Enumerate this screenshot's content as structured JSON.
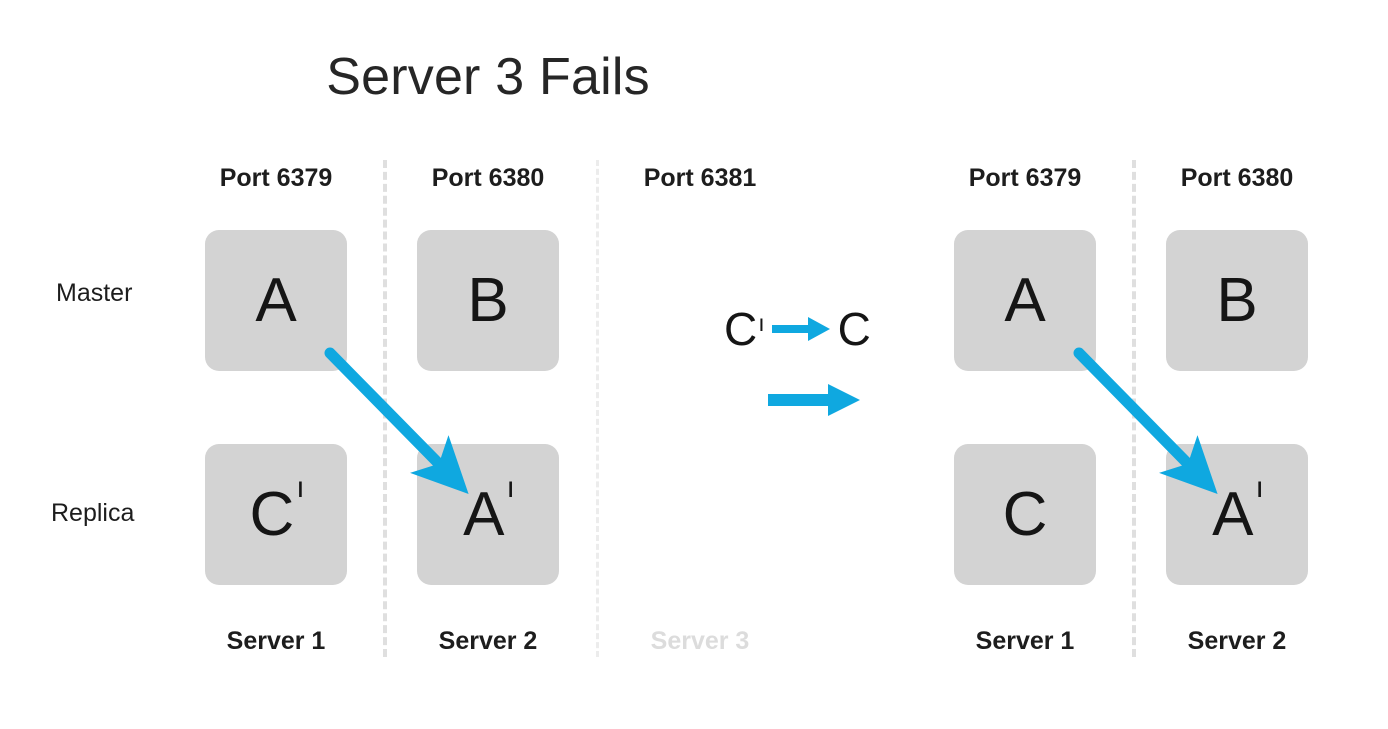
{
  "title": "Server 3 Fails",
  "colors": {
    "node_fill": "#d3d3d3",
    "node_text": "#151515",
    "arrow_blue": "#0FA8E0",
    "divider": "#dfdfdf",
    "failed_text": "#dcdcdc",
    "title_text": "#262626",
    "background": "#ffffff"
  },
  "row_labels": {
    "master": "Master",
    "replica": "Replica"
  },
  "before": {
    "columns": [
      {
        "port": "Port 6379",
        "server": "Server 1",
        "failed": false,
        "master": {
          "letter": "A",
          "prime": ""
        },
        "replica": {
          "letter": "C",
          "prime": "ı"
        }
      },
      {
        "port": "Port 6380",
        "server": "Server 2",
        "failed": false,
        "master": {
          "letter": "B",
          "prime": ""
        },
        "replica": {
          "letter": "A",
          "prime": "ı"
        }
      },
      {
        "port": "Port 6381",
        "server": "Server 3",
        "failed": true,
        "master": null,
        "replica": null
      }
    ]
  },
  "transition": {
    "promotion_from": "C",
    "promotion_from_prime": "ı",
    "promotion_to": "C",
    "promotion_to_prime": "",
    "promotion_arrow": "right-arrow-icon",
    "transition_arrow": "right-arrow-icon"
  },
  "after": {
    "columns": [
      {
        "port": "Port 6379",
        "server": "Server 1",
        "failed": false,
        "master": {
          "letter": "A",
          "prime": ""
        },
        "replica": {
          "letter": "C",
          "prime": ""
        }
      },
      {
        "port": "Port 6380",
        "server": "Server 2",
        "failed": false,
        "master": {
          "letter": "B",
          "prime": ""
        },
        "replica": {
          "letter": "A",
          "prime": "ı"
        }
      }
    ]
  },
  "replication_arrows": [
    {
      "name": "replication-arrow-before",
      "from": "A (Server 1 master)",
      "to": "A' (Server 2 replica)"
    },
    {
      "name": "replication-arrow-after",
      "from": "A (Server 1 master)",
      "to": "A' (Server 2 replica)"
    }
  ]
}
